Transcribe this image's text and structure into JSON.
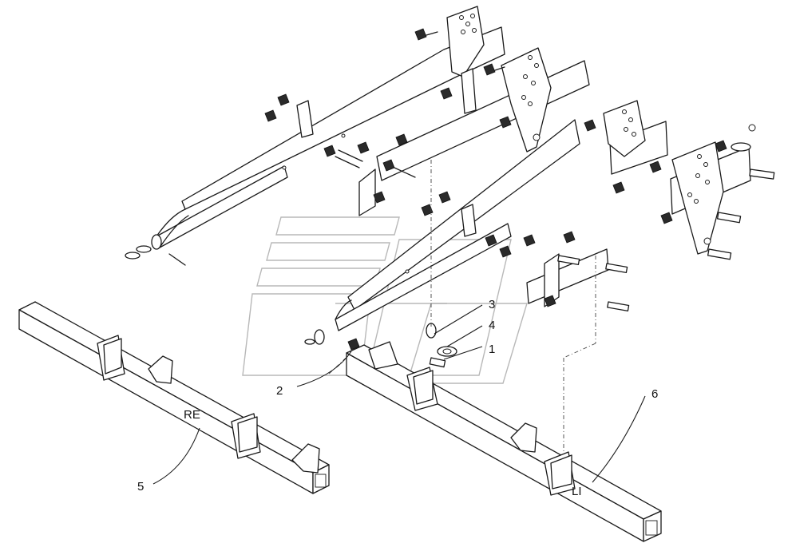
{
  "callouts": [
    {
      "id": "c1",
      "text": "1"
    },
    {
      "id": "c2",
      "text": "2"
    },
    {
      "id": "c3",
      "text": "3"
    },
    {
      "id": "c4",
      "text": "4"
    },
    {
      "id": "c5",
      "text": "5"
    },
    {
      "id": "c6",
      "text": "6"
    }
  ],
  "beam_labels": {
    "right": "RE",
    "left": "LI"
  },
  "colors": {
    "line": "#1a1a1a",
    "watermark": "#b8b8b8",
    "background": "#ffffff"
  }
}
